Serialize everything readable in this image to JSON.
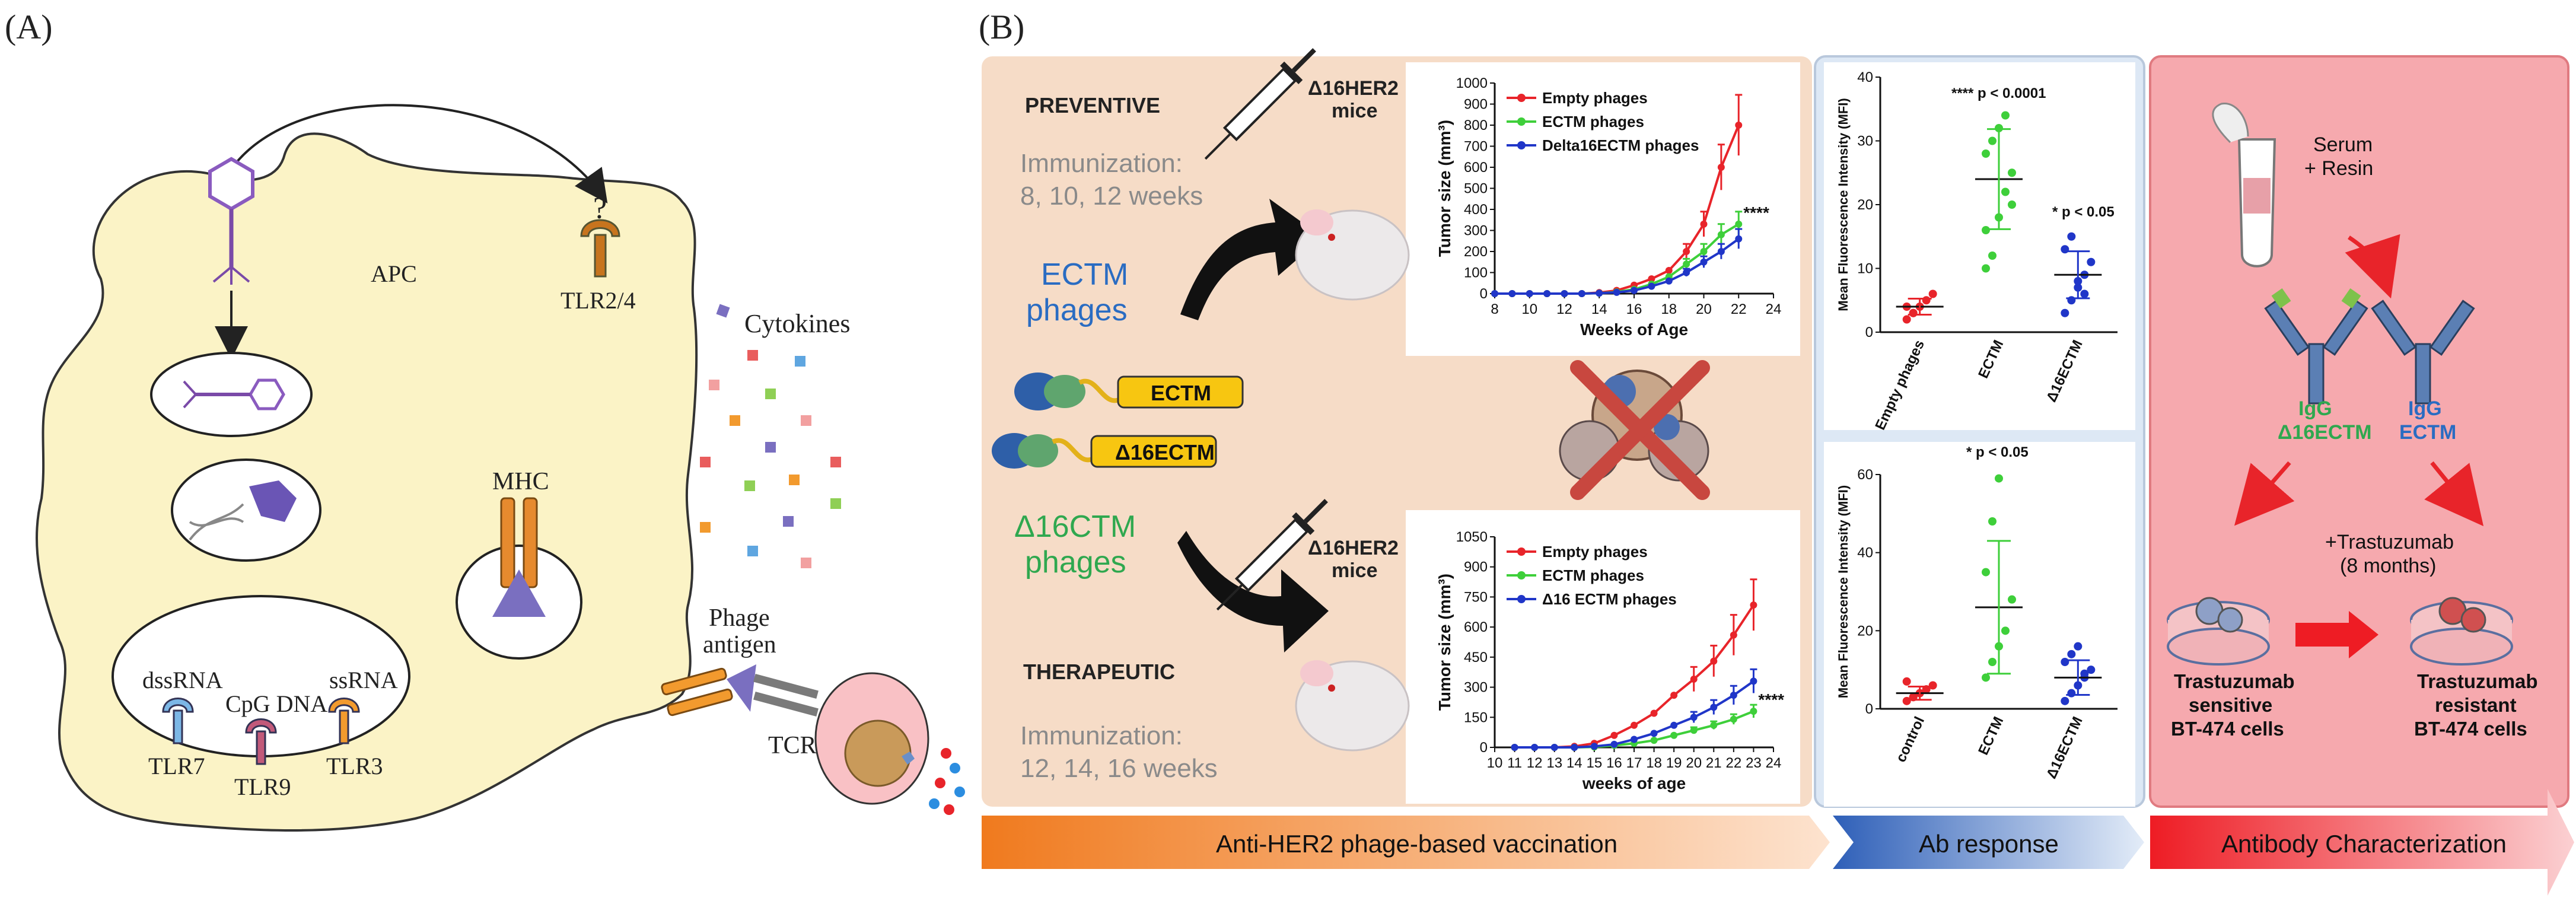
{
  "panel_a": {
    "letter": "(A)",
    "apc": "APC",
    "tlr24": "TLR2/4",
    "question": "?",
    "cytokines": "Cytokines",
    "mhc": "MHC",
    "dssrna": "dssRNA",
    "cpg": "CpG DNA",
    "ssrna": "ssRNA",
    "tlr7": "TLR7",
    "tlr9": "TLR9",
    "tlr3": "TLR3",
    "phage_antigen_1": "Phage",
    "phage_antigen_2": "antigen",
    "tcr": "TCR"
  },
  "panel_b": {
    "letter": "(B)",
    "preventive": "PREVENTIVE",
    "therapeutic": "THERAPEUTIC",
    "immun_prev_1": "Immunization:",
    "immun_prev_2": "8, 10, 12 weeks",
    "immun_ther_1": "Immunization:",
    "immun_ther_2": "12, 14, 16 weeks",
    "ectm_phages_1": "ECTM",
    "ectm_phages_2": "phages",
    "d16_phages_1": "Δ16CTM",
    "d16_phages_2": "phages",
    "mice_prev_1": "Δ16HER2",
    "mice_prev_2": "mice",
    "mice_ther_1": "Δ16HER2",
    "mice_ther_2": "mice",
    "construct_ectm": "ECTM",
    "construct_d16": "Δ16ECTM",
    "serum": "Serum",
    "resin": "+ Resin",
    "igg_d16_1": "IgG",
    "igg_d16_2": "Δ16ECTM",
    "igg_ectm_1": "IgG",
    "igg_ectm_2": "ECTM",
    "trastuzumab_1": "+Trastuzumab",
    "trastuzumab_2": "(8 months)",
    "sens_1": "Trastuzumab",
    "sens_2": "sensitive",
    "sens_3": "BT-474 cells",
    "res_1": "Trastuzumab",
    "res_2": "resistant",
    "res_3": "BT-474 cells",
    "banner_vacc": "Anti-HER2 phage-based vaccination",
    "banner_ab": "Ab response",
    "banner_char": "Antibody Characterization"
  },
  "colors": {
    "empty": "#e8242a",
    "ectm": "#3ecf3a",
    "delta": "#2036c8",
    "apc_fill": "#fbf3c6",
    "peach": "#f6dcc7",
    "pink": "#f6a9ae",
    "blue_panel": "#dde8f5"
  },
  "chart_data": [
    {
      "type": "line",
      "xlabel": "Weeks of Age",
      "ylabel": "Tumor size (mm³)",
      "xlim": [
        8,
        24
      ],
      "ylim": [
        0,
        1000
      ],
      "xticks": [
        "8",
        "10",
        "12",
        "14",
        "16",
        "18",
        "20",
        "22",
        "24"
      ],
      "yticks": [
        "0",
        "100",
        "200",
        "300",
        "400",
        "500",
        "600",
        "700",
        "800",
        "900",
        "1000"
      ],
      "x": [
        8,
        9,
        10,
        11,
        12,
        13,
        14,
        15,
        16,
        17,
        18,
        19,
        20,
        21,
        22
      ],
      "series": [
        {
          "name": "Empty phages",
          "color": "#e8242a",
          "values": [
            0,
            0,
            0,
            0,
            0,
            0,
            5,
            15,
            40,
            70,
            110,
            200,
            330,
            600,
            800
          ]
        },
        {
          "name": "ECTM phages",
          "color": "#3ecf3a",
          "values": [
            0,
            0,
            0,
            0,
            0,
            0,
            2,
            8,
            20,
            45,
            80,
            140,
            200,
            280,
            330
          ]
        },
        {
          "name": "Delta16ECTM phages",
          "color": "#2036c8",
          "values": [
            0,
            0,
            0,
            0,
            0,
            0,
            2,
            6,
            15,
            35,
            60,
            100,
            150,
            200,
            260
          ]
        }
      ],
      "annotation": "****",
      "legend": "top-left"
    },
    {
      "type": "line",
      "xlabel": "weeks of age",
      "ylabel": "Tumor size (mm³)",
      "xlim": [
        10,
        24
      ],
      "ylim": [
        0,
        1050
      ],
      "xticks": [
        "10",
        "11",
        "12",
        "13",
        "14",
        "15",
        "16",
        "17",
        "18",
        "19",
        "20",
        "21",
        "22",
        "23",
        "24"
      ],
      "yticks": [
        "0",
        "150",
        "300",
        "450",
        "600",
        "750",
        "900",
        "1050"
      ],
      "x": [
        11,
        12,
        13,
        14,
        15,
        16,
        17,
        18,
        19,
        20,
        21,
        22,
        23
      ],
      "series": [
        {
          "name": "Empty phages",
          "color": "#e8242a",
          "values": [
            0,
            0,
            0,
            5,
            20,
            60,
            110,
            170,
            260,
            340,
            430,
            560,
            710
          ]
        },
        {
          "name": "ECTM phages",
          "color": "#3ecf3a",
          "values": [
            0,
            0,
            0,
            0,
            2,
            10,
            20,
            35,
            60,
            85,
            110,
            140,
            180
          ]
        },
        {
          "name": "Δ16 ECTM phages",
          "color": "#2036c8",
          "values": [
            0,
            0,
            0,
            0,
            5,
            15,
            40,
            70,
            110,
            150,
            200,
            260,
            330
          ]
        }
      ],
      "annotation": "****",
      "legend": "top-left"
    },
    {
      "type": "scatter",
      "ylabel": "Mean Fluorescence Intensity (MFI)",
      "ylim": [
        0,
        40
      ],
      "yticks": [
        "0",
        "10",
        "20",
        "30",
        "40"
      ],
      "categories": [
        "Empty phages",
        "ECTM",
        "Δ16ECTM"
      ],
      "points": [
        {
          "group": "Empty phages",
          "color": "#e8242a",
          "values": [
            2,
            3,
            4,
            5,
            6,
            4,
            3
          ],
          "mean": 4
        },
        {
          "group": "ECTM",
          "color": "#3ecf3a",
          "values": [
            10,
            12,
            18,
            22,
            25,
            28,
            30,
            32,
            34,
            20,
            16
          ],
          "mean": 24
        },
        {
          "group": "Δ16ECTM",
          "color": "#2036c8",
          "values": [
            3,
            5,
            7,
            9,
            11,
            13,
            15,
            8,
            6
          ],
          "mean": 9
        }
      ],
      "annotations": [
        "**** p < 0.0001",
        "* p < 0.05"
      ]
    },
    {
      "type": "scatter",
      "ylabel": "Mean Fluorescence Intensity (MFI)",
      "ylim": [
        0,
        60
      ],
      "yticks": [
        "0",
        "20",
        "40",
        "60"
      ],
      "categories": [
        "control",
        "ECTM",
        "Δ16ECTM"
      ],
      "points": [
        {
          "group": "control",
          "color": "#e8242a",
          "values": [
            2,
            3,
            4,
            5,
            6,
            7,
            3
          ],
          "mean": 4
        },
        {
          "group": "ECTM",
          "color": "#3ecf3a",
          "values": [
            8,
            12,
            16,
            20,
            28,
            35,
            48,
            59
          ],
          "mean": 26
        },
        {
          "group": "Δ16ECTM",
          "color": "#2036c8",
          "values": [
            2,
            4,
            6,
            8,
            10,
            12,
            14,
            16,
            9
          ],
          "mean": 8
        }
      ],
      "annotations": [
        "* p < 0.05"
      ]
    }
  ]
}
